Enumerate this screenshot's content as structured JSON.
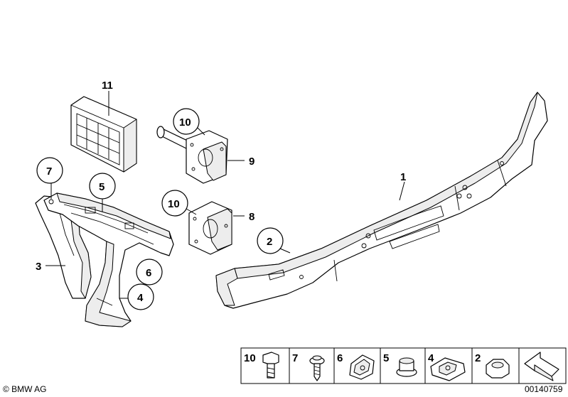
{
  "callouts": {
    "c1": "1",
    "c2": "2",
    "c3": "3",
    "c4": "4",
    "c5": "5",
    "c6": "6",
    "c7": "7",
    "c8": "8",
    "c9": "9",
    "c10a": "10",
    "c10b": "10",
    "c11": "11"
  },
  "legend": {
    "items": [
      "10",
      "7",
      "6",
      "5",
      "4",
      "2"
    ],
    "arrow_icon": "arrow-icon"
  },
  "footer": {
    "brand": "© BMW AG",
    "image_number": "00140759"
  },
  "colors": {
    "line": "#000000",
    "background": "#ffffff",
    "shade": "#ededed"
  }
}
